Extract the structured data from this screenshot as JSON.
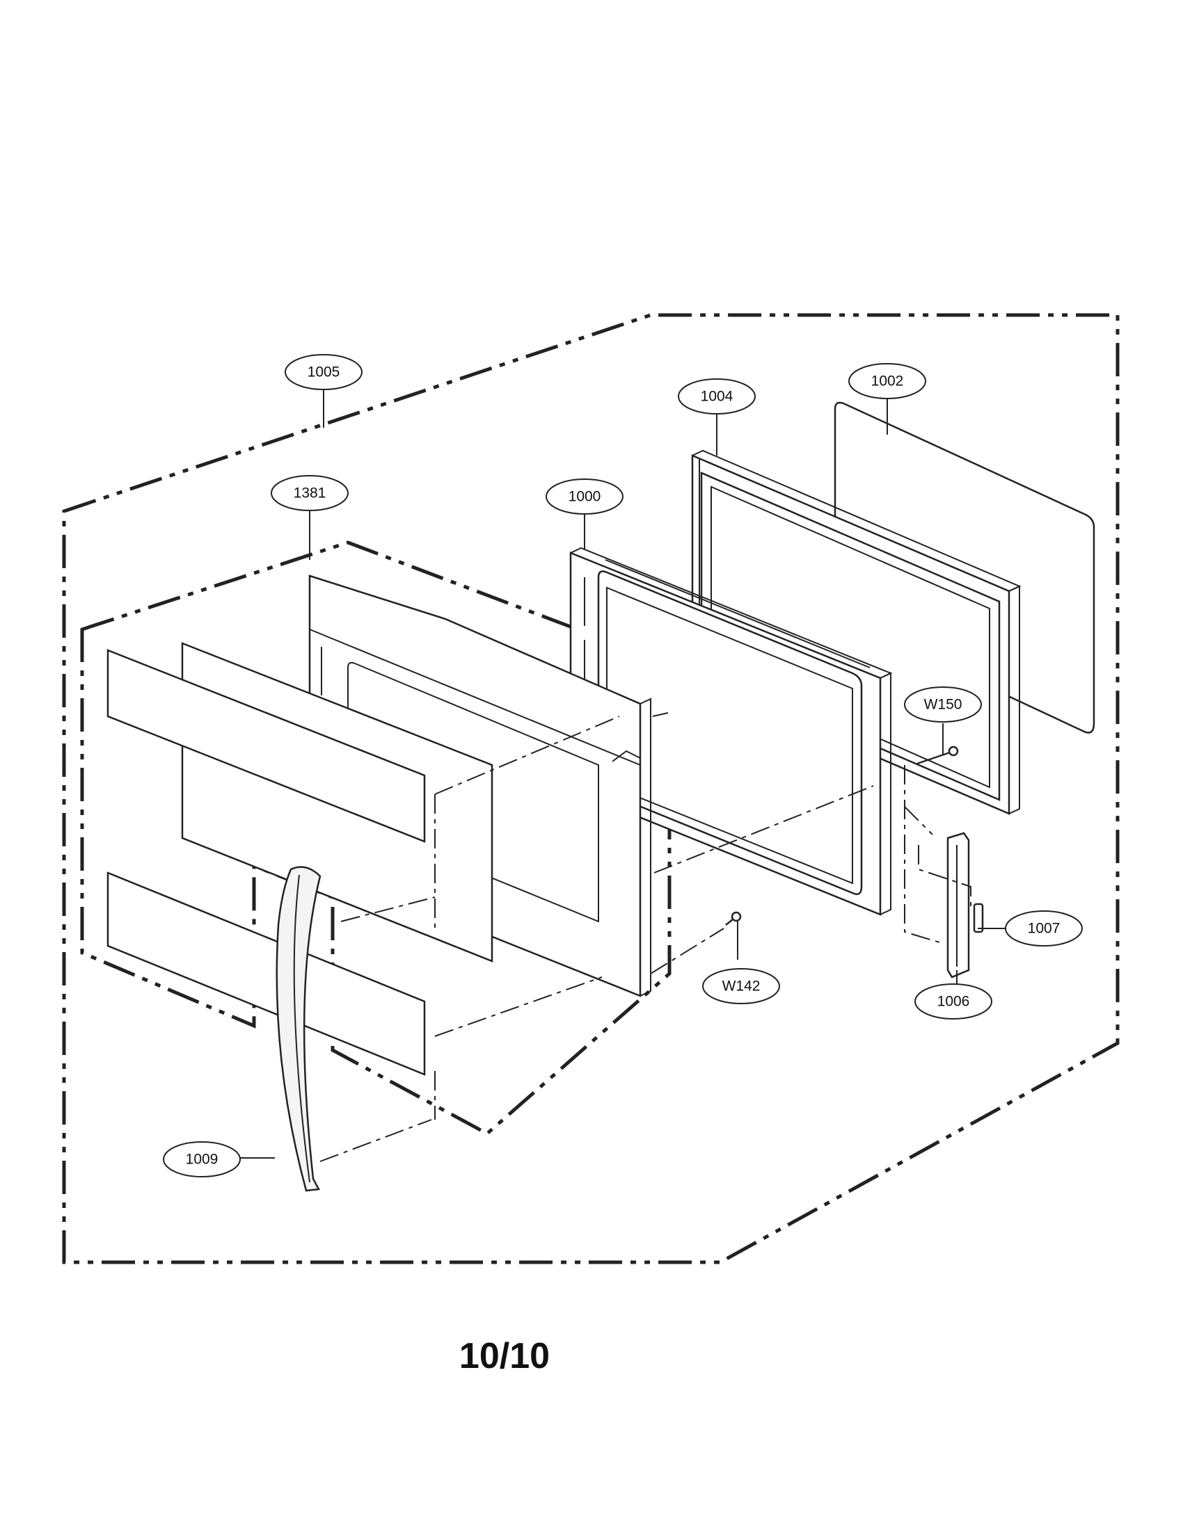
{
  "page_number": "10/10",
  "callouts": [
    {
      "id": "1005",
      "label": "1005"
    },
    {
      "id": "1381",
      "label": "1381"
    },
    {
      "id": "1000",
      "label": "1000"
    },
    {
      "id": "1004",
      "label": "1004"
    },
    {
      "id": "1002",
      "label": "1002"
    },
    {
      "id": "W150",
      "label": "W150"
    },
    {
      "id": "1007",
      "label": "1007"
    },
    {
      "id": "1006",
      "label": "1006"
    },
    {
      "id": "W142",
      "label": "W142"
    },
    {
      "id": "1009",
      "label": "1009"
    }
  ]
}
